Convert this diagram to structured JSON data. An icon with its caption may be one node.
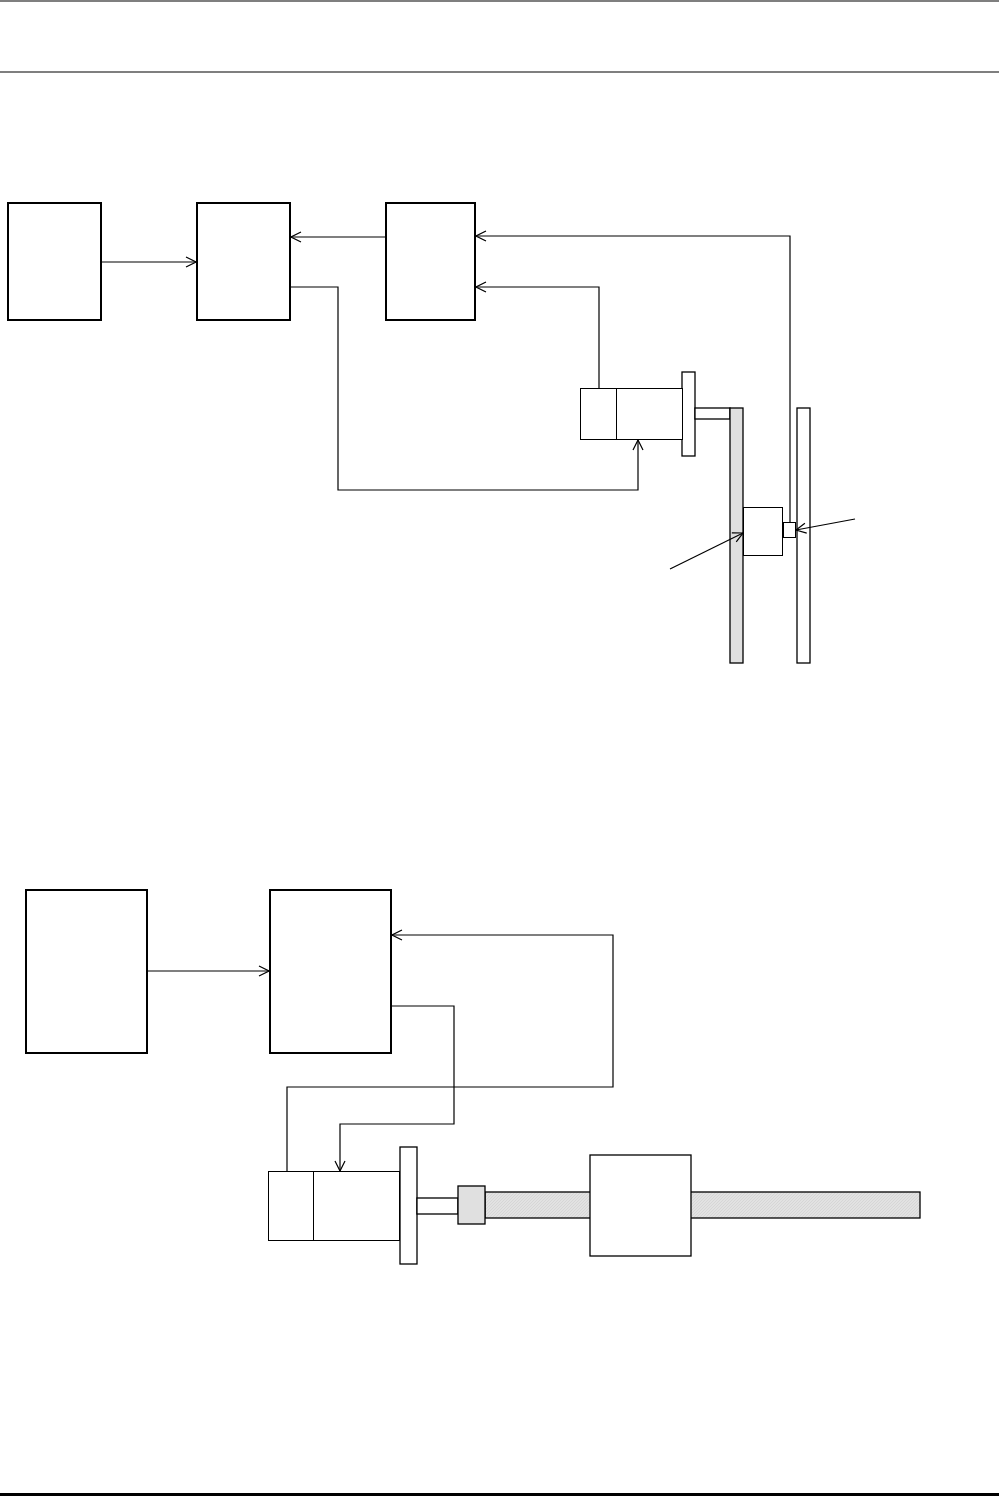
{
  "diagram": {
    "nodes": [
      {
        "text": [],
        "shape": "box"
      },
      {
        "text": [],
        "shape": "box"
      },
      {
        "text": [],
        "shape": "box"
      },
      {
        "text": [],
        "shape": "box"
      },
      {
        "text": [],
        "shape": "box"
      },
      {
        "text": [],
        "shape": "box"
      },
      {
        "text": [],
        "shape": "box"
      },
      {
        "text": [],
        "shape": "box"
      },
      {
        "text": [],
        "shape": "box"
      }
    ],
    "edges": [
      {
        "from": 0,
        "to": 1,
        "arrow": "to"
      },
      {
        "from": 2,
        "to": 1,
        "arrow": "to"
      },
      {
        "from": 1,
        "to": 3,
        "arrow": "to"
      },
      {
        "from": 3,
        "to": 2,
        "arrow": "to"
      },
      {
        "from": 5,
        "to": 2,
        "arrow": "to"
      },
      {
        "from": null,
        "to": 4,
        "arrow": "to"
      },
      {
        "from": null,
        "to": 5,
        "arrow": "to"
      },
      {
        "from": 6,
        "to": 7,
        "arrow": "to"
      },
      {
        "from": 7,
        "to": 8,
        "arrow": "to"
      },
      {
        "from": 8,
        "to": 7,
        "arrow": "to"
      }
    ]
  }
}
